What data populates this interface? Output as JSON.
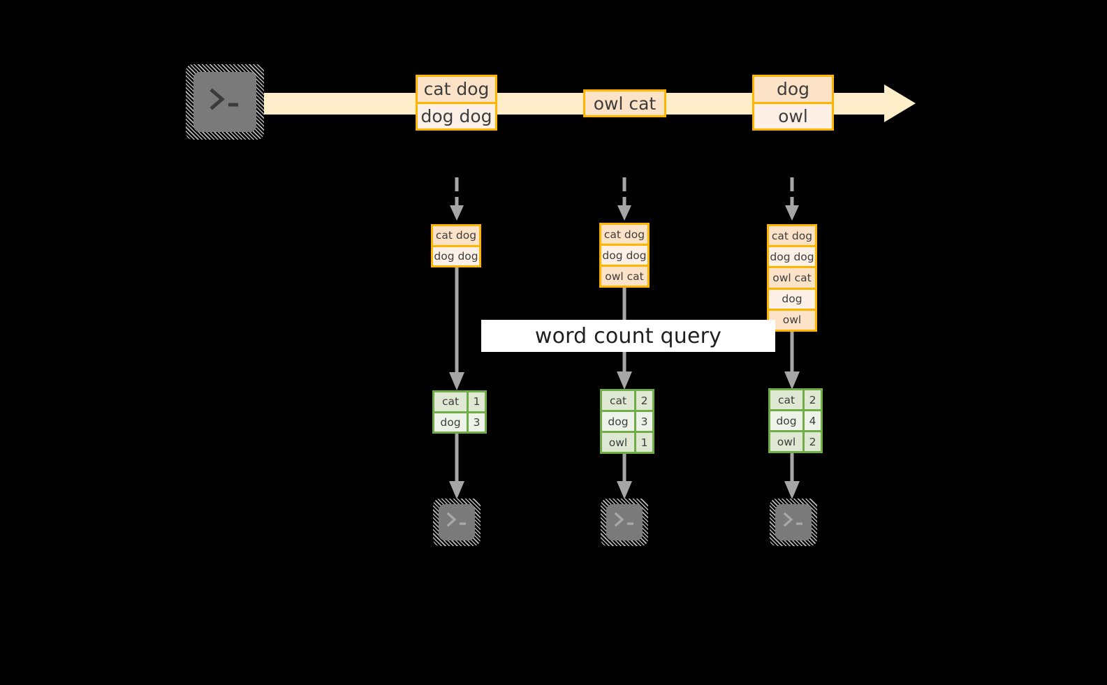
{
  "diagram": {
    "title_banner": "word count query",
    "colors": {
      "background": "#000000",
      "stream_fill": "#fdeec9",
      "event_border": "#ffb400",
      "event_fill_a": "#fce2c6",
      "event_fill_b": "#fdf1e7",
      "result_border": "#71ad47",
      "result_fill_a": "#dfe8d2",
      "result_fill_b": "#eef3e9",
      "terminal_fill": "#7a7a7a",
      "connector": "#a6a6a6",
      "banner_fill": "#ffffff",
      "text": "#3d3d3d"
    },
    "source_terminal": {
      "icon": "terminal-icon",
      "prompt": ">_"
    },
    "stream": {
      "arrow_direction": "right",
      "events": [
        {
          "lines": [
            "cat dog",
            "dog dog"
          ]
        },
        {
          "lines": [
            "owl cat"
          ]
        },
        {
          "lines": [
            "dog",
            "owl"
          ]
        }
      ]
    },
    "columns": [
      {
        "name": "trigger-1",
        "state_rows": [
          "cat dog",
          "dog dog"
        ],
        "result_header_hidden": true,
        "result_rows": [
          {
            "word": "cat",
            "count": "1"
          },
          {
            "word": "dog",
            "count": "3"
          }
        ],
        "sink_terminal": {
          "icon": "terminal-icon",
          "prompt": ">_"
        }
      },
      {
        "name": "trigger-2",
        "state_rows": [
          "cat dog",
          "dog dog",
          "owl cat"
        ],
        "result_rows": [
          {
            "word": "cat",
            "count": "2"
          },
          {
            "word": "dog",
            "count": "3"
          },
          {
            "word": "owl",
            "count": "1"
          }
        ],
        "sink_terminal": {
          "icon": "terminal-icon",
          "prompt": ">_"
        }
      },
      {
        "name": "trigger-3",
        "state_rows": [
          "cat dog",
          "dog dog",
          "owl cat",
          "dog",
          "owl"
        ],
        "result_rows": [
          {
            "word": "cat",
            "count": "2"
          },
          {
            "word": "dog",
            "count": "4"
          },
          {
            "word": "owl",
            "count": "2"
          }
        ],
        "sink_terminal": {
          "icon": "terminal-icon",
          "prompt": ">_"
        }
      }
    ]
  }
}
